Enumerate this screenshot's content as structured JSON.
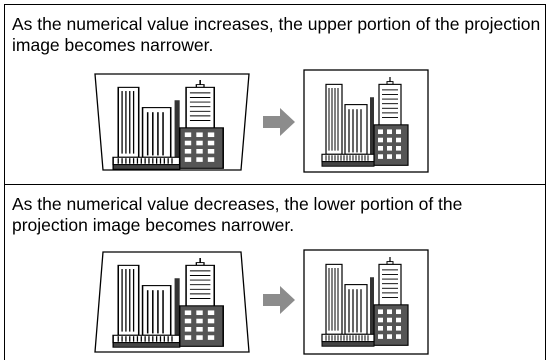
{
  "sections": [
    {
      "caption": "As the numerical value increases, the upper portion of the projection image becomes narrower."
    },
    {
      "caption": "As the numerical value decreases, the lower portion of the projection image becomes narrower."
    }
  ],
  "icons": {
    "transition": "right-arrow-icon",
    "building": "city-skyline-illustration"
  },
  "colors": {
    "border": "#000000",
    "arrow": "#8c8c8c",
    "building_dark": "#555555",
    "building_light": "#ffffff"
  }
}
